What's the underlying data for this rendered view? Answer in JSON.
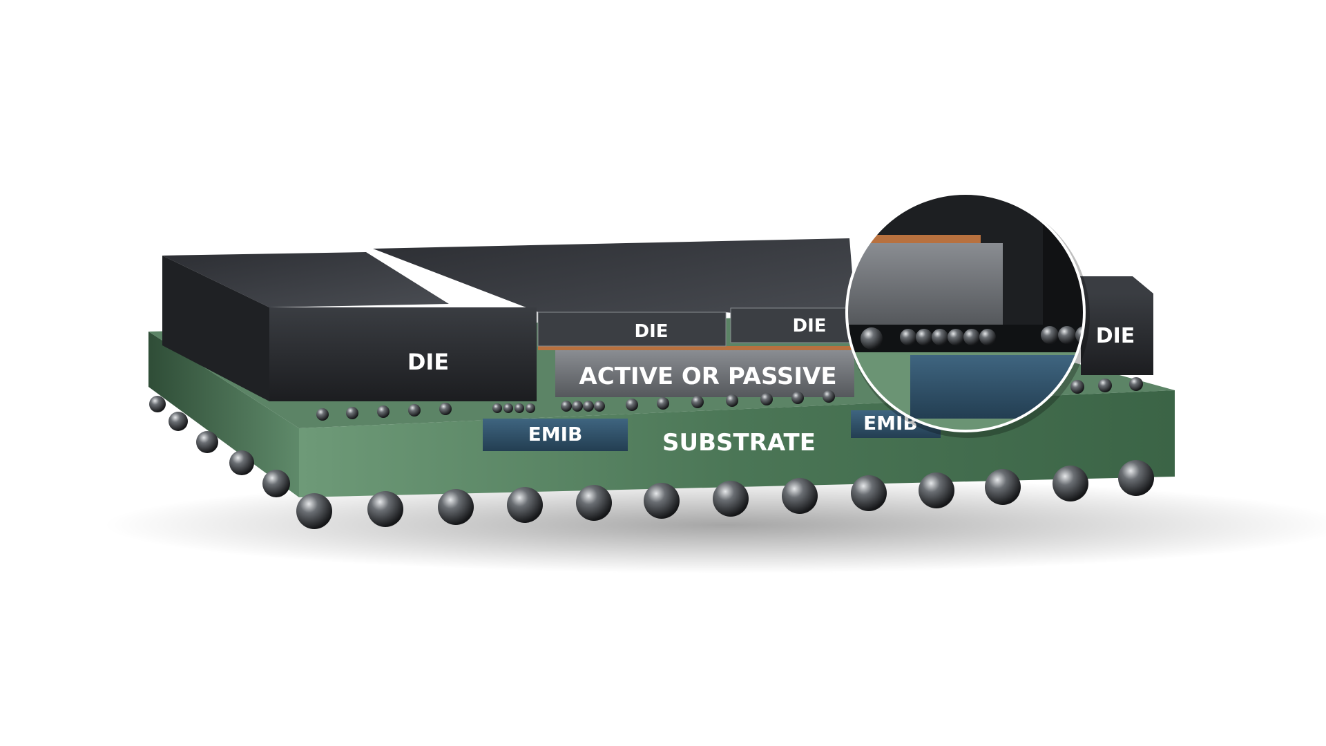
{
  "labels": {
    "die_left": "DIE",
    "die_center": "DIE",
    "die_center_right": "DIE",
    "die_right": "DIE",
    "active_passive": "ACTIVE OR PASSIVE",
    "emib_left": "EMIB",
    "emib_right": "EMIB",
    "substrate": "SUBSTRATE"
  },
  "colors": {
    "substrate": "#3f6a48",
    "die": "#26282c",
    "interposer": "#6d7075",
    "emib": "#2f4f66",
    "copper": "#b8713f"
  }
}
